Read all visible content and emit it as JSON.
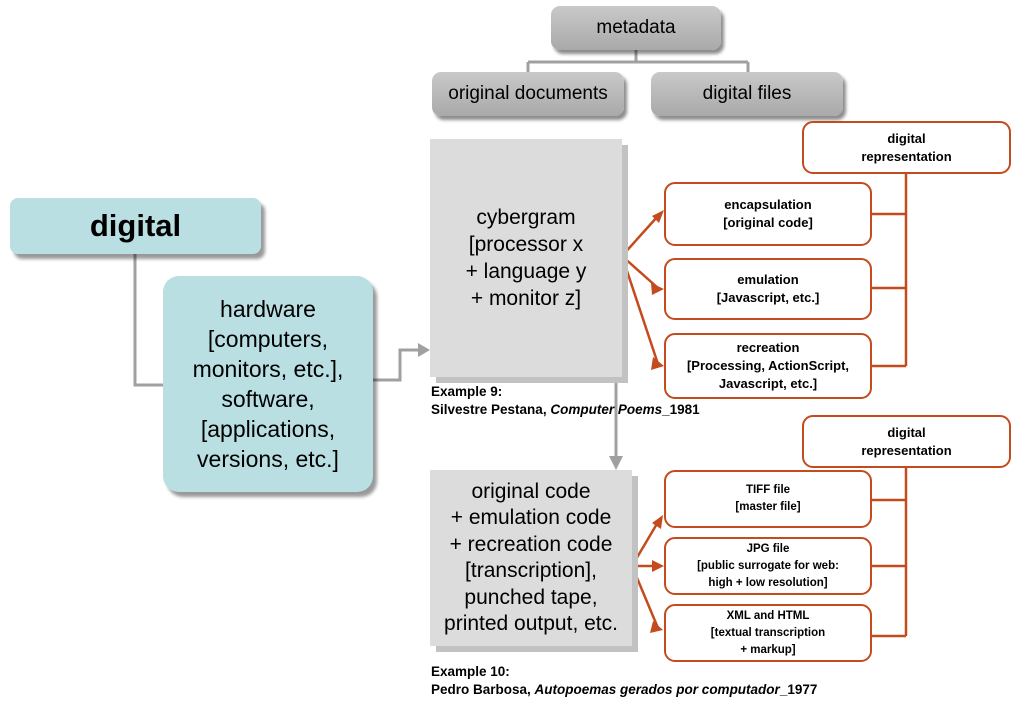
{
  "metadata": "metadata",
  "original_documents": "original documents",
  "digital_files": "digital files",
  "digital": "digital",
  "hardware": "hardware\n[computers,\nmonitors, etc.],\nsoftware,\n[applications,\nversions, etc.]",
  "cybergram": "cybergram\n[processor x\n+ language y\n+ monitor z]",
  "original_code": "original code\n+ emulation code\n+ recreation code\n[transcription],\npunched tape,\nprinted output, etc.",
  "top_group": {
    "digital_representation": "digital\nrepresentation",
    "encapsulation": "encapsulation\n[original code]",
    "emulation": "emulation\n[Javascript, etc.]",
    "recreation": "recreation\n[Processing, ActionScript,\nJavascript, etc.]"
  },
  "bottom_group": {
    "digital_representation": "digital\nrepresentation",
    "tiff": "TIFF file\n[master file]",
    "jpg": "JPG file\n[public surrogate for web:\nhigh + low resolution]",
    "xml": "XML and HTML\n[textual transcription\n+ markup]"
  },
  "example9": {
    "label": "Example 9:",
    "author": "Silvestre Pestana, ",
    "title": "Computer Poems",
    "year": "_1981"
  },
  "example10": {
    "label": "Example 10:",
    "author": "Pedro Barbosa, ",
    "title": "Autopoemas gerados por computador",
    "year": "_1977"
  },
  "colors": {
    "accent": "#c34b1d",
    "teal": "#b9dfe2",
    "gray": "#c0c0c0"
  }
}
